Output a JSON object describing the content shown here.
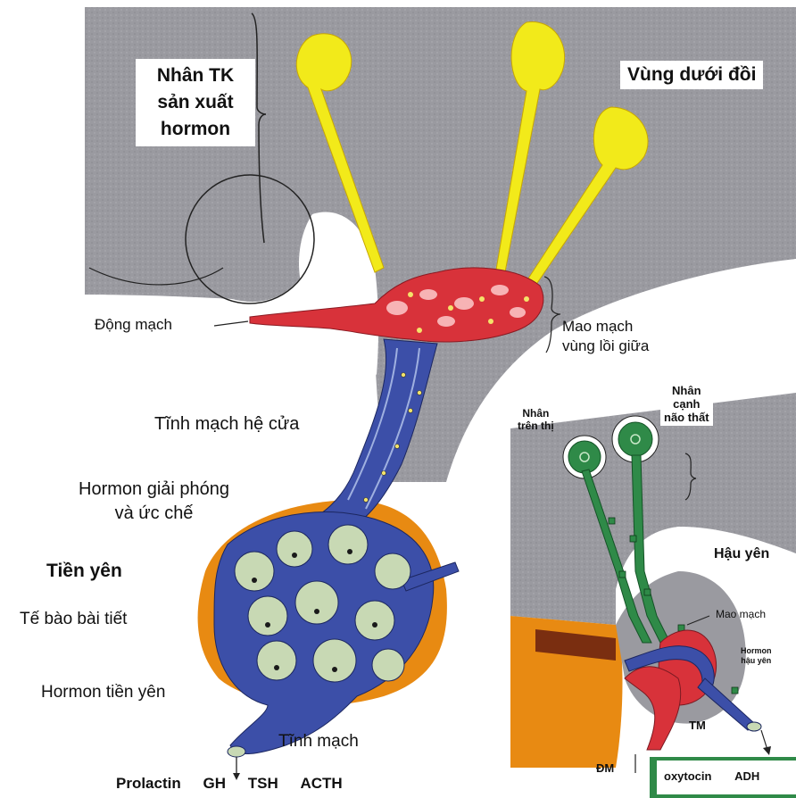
{
  "labels": {
    "nuclei_line1": "Nhân TK",
    "nuclei_line2": "sản xuất",
    "nuclei_line3": "hormon",
    "hypothalamus": "Vùng dưới đồi",
    "artery": "Động mạch",
    "capillary_line1": "Mao mạch",
    "capillary_line2": "vùng lồi giữa",
    "portal_vein": "Tĩnh mạch hệ cửa",
    "releasing_line1": "Hormon giải phóng",
    "releasing_line2": "và ức chế",
    "anterior_pituitary": "Tiền yên",
    "secretory_cells": "Tế bào bài tiết",
    "anterior_hormone": "Hormon tiền yên",
    "vein": "Tĩnh mạch",
    "supraoptic_line1": "Nhân",
    "supraoptic_line2": "trên thị",
    "paraventricular_line1": "Nhân",
    "paraventricular_line2": "cạnh",
    "paraventricular_line3": "não thất",
    "posterior_pituitary": "Hậu yên",
    "capillary_small": "Mao mạch",
    "posterior_hormone_line1": "Hormon",
    "posterior_hormone_line2": "hậu yên",
    "tm": "TM",
    "dm": "ĐM"
  },
  "anterior_hormones": [
    "Prolactin",
    "GH",
    "TSH",
    "ACTH"
  ],
  "posterior_hormones": [
    "oxytocin",
    "ADH"
  ],
  "colors": {
    "brain_tissue": "#9a9aa0",
    "neuron_yellow": "#f2ea1a",
    "capillary_red": "#d8323a",
    "portal_blue": "#3c4fa8",
    "gland_orange": "#e88a12",
    "cell_green": "#c8d9b4",
    "posterior_green": "#2f8a48"
  }
}
